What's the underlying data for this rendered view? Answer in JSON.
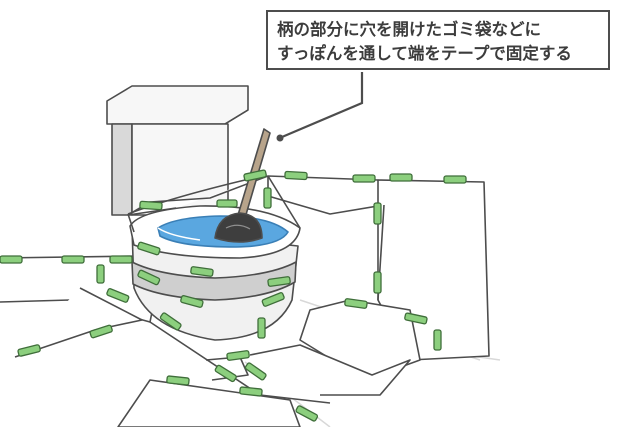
{
  "caption": {
    "line1": "柄の部分に穴を開けたゴミ袋などに",
    "line2": "すっぽんを通して端をテープで固定する"
  },
  "colors": {
    "outline": "#4d4d4d",
    "tape_fill": "#8ccf7e",
    "tape_stroke": "#3f6e3a",
    "water": "#5aa7e0",
    "bag_band": "#cfcfcf",
    "porcelain": "#f1f1f1",
    "tank_side": "#d9d9d9"
  },
  "icons": {
    "leader_dot": "callout-pointer-dot"
  }
}
